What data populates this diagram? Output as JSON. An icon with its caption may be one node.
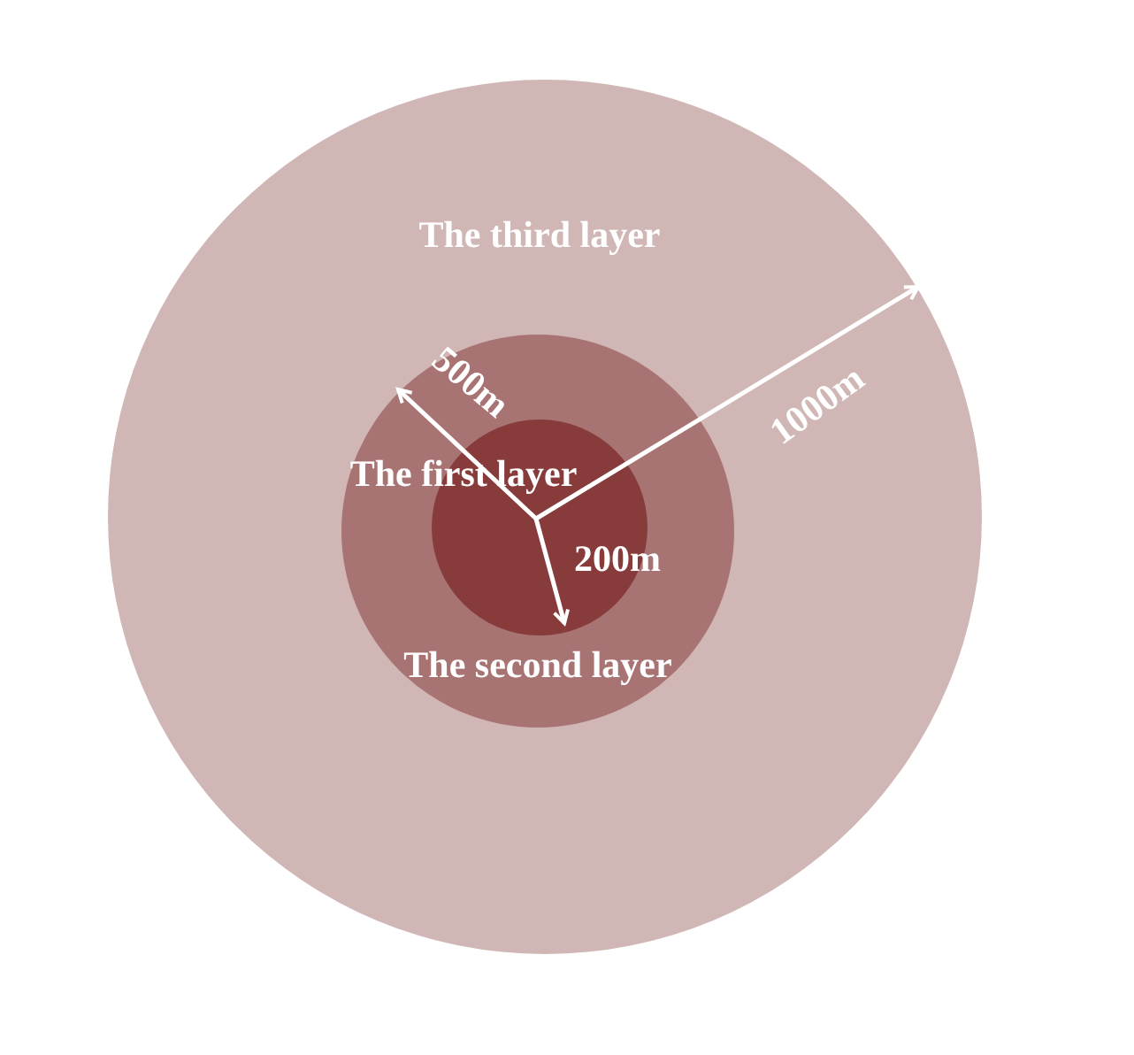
{
  "diagram": {
    "nodes": [
      {
        "text": [
          "The third layer"
        ]
      },
      {
        "text": [
          "The second layer"
        ],
        "in": 0
      },
      {
        "text": [
          "The first layer"
        ],
        "in": 1
      }
    ],
    "labels": [
      "500m",
      "200m",
      "1000m"
    ]
  }
}
